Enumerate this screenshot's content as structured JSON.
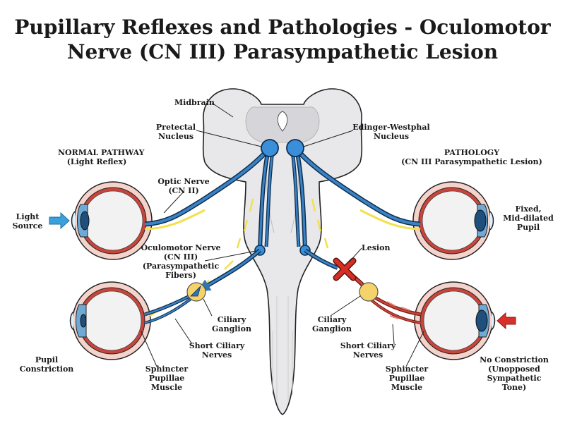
{
  "title": {
    "line1": "Pupillary Reflexes and Pathologies - Oculomotor",
    "line2": "Nerve (CN III) Parasympathetic Lesion"
  },
  "labels": {
    "midbrain": [
      "Midbrain"
    ],
    "pretectal": [
      "Pretectal",
      "Nucleus"
    ],
    "edinger": [
      "Edinger-Westphal",
      "Nucleus"
    ],
    "normal": [
      "NORMAL PATHWAY",
      "(Light Reflex)"
    ],
    "pathology": [
      "PATHOLOGY",
      "(CN III Parasympathetic Lesion)"
    ],
    "optic": [
      "Optic Nerve",
      "(CN II)"
    ],
    "light": [
      "Light",
      "Source"
    ],
    "fixed": [
      "Fixed,",
      "Mid-dilated",
      "Pupil"
    ],
    "oculomotor": [
      "Oculomotor Nerve",
      "(CN III)",
      "(Parasympathetic",
      "Fibers)"
    ],
    "lesion": [
      "Lesion"
    ],
    "ciliary_left": [
      "Ciliary",
      "Ganglion"
    ],
    "ciliary_right": [
      "Ciliary",
      "Ganglion"
    ],
    "short_left": [
      "Short Ciliary",
      "Nerves"
    ],
    "short_right": [
      "Short Ciliary",
      "Nerves"
    ],
    "pupil_constriction": [
      "Pupil",
      "Constriction"
    ],
    "sphincter_left": [
      "Sphincter",
      "Pupillae",
      "Muscle"
    ],
    "sphincter_right": [
      "Sphincter",
      "Pupillae",
      "Muscle"
    ],
    "no_constriction": [
      "No Constriction",
      "(Unopposed",
      "Sympathetic",
      "Tone)"
    ]
  },
  "colors": {
    "nerve": "#2f74b5",
    "nerve_outline": "#0d2e4f",
    "nucleus": "#3b8fd8",
    "brain_fill": "#e6e6e8",
    "sclera_outer": "#e7a79c",
    "sclera_red": "#c9453b",
    "ganglion": "#f4d36b",
    "lesion": "#d62e25",
    "arrow_blue": "#3aa0dc",
    "arrow_red": "#d7302b",
    "signal_yellow": "#f2e04d"
  },
  "icons": [
    "light-arrow-icon",
    "incoming-arrow-icon",
    "lesion-x-icon"
  ]
}
